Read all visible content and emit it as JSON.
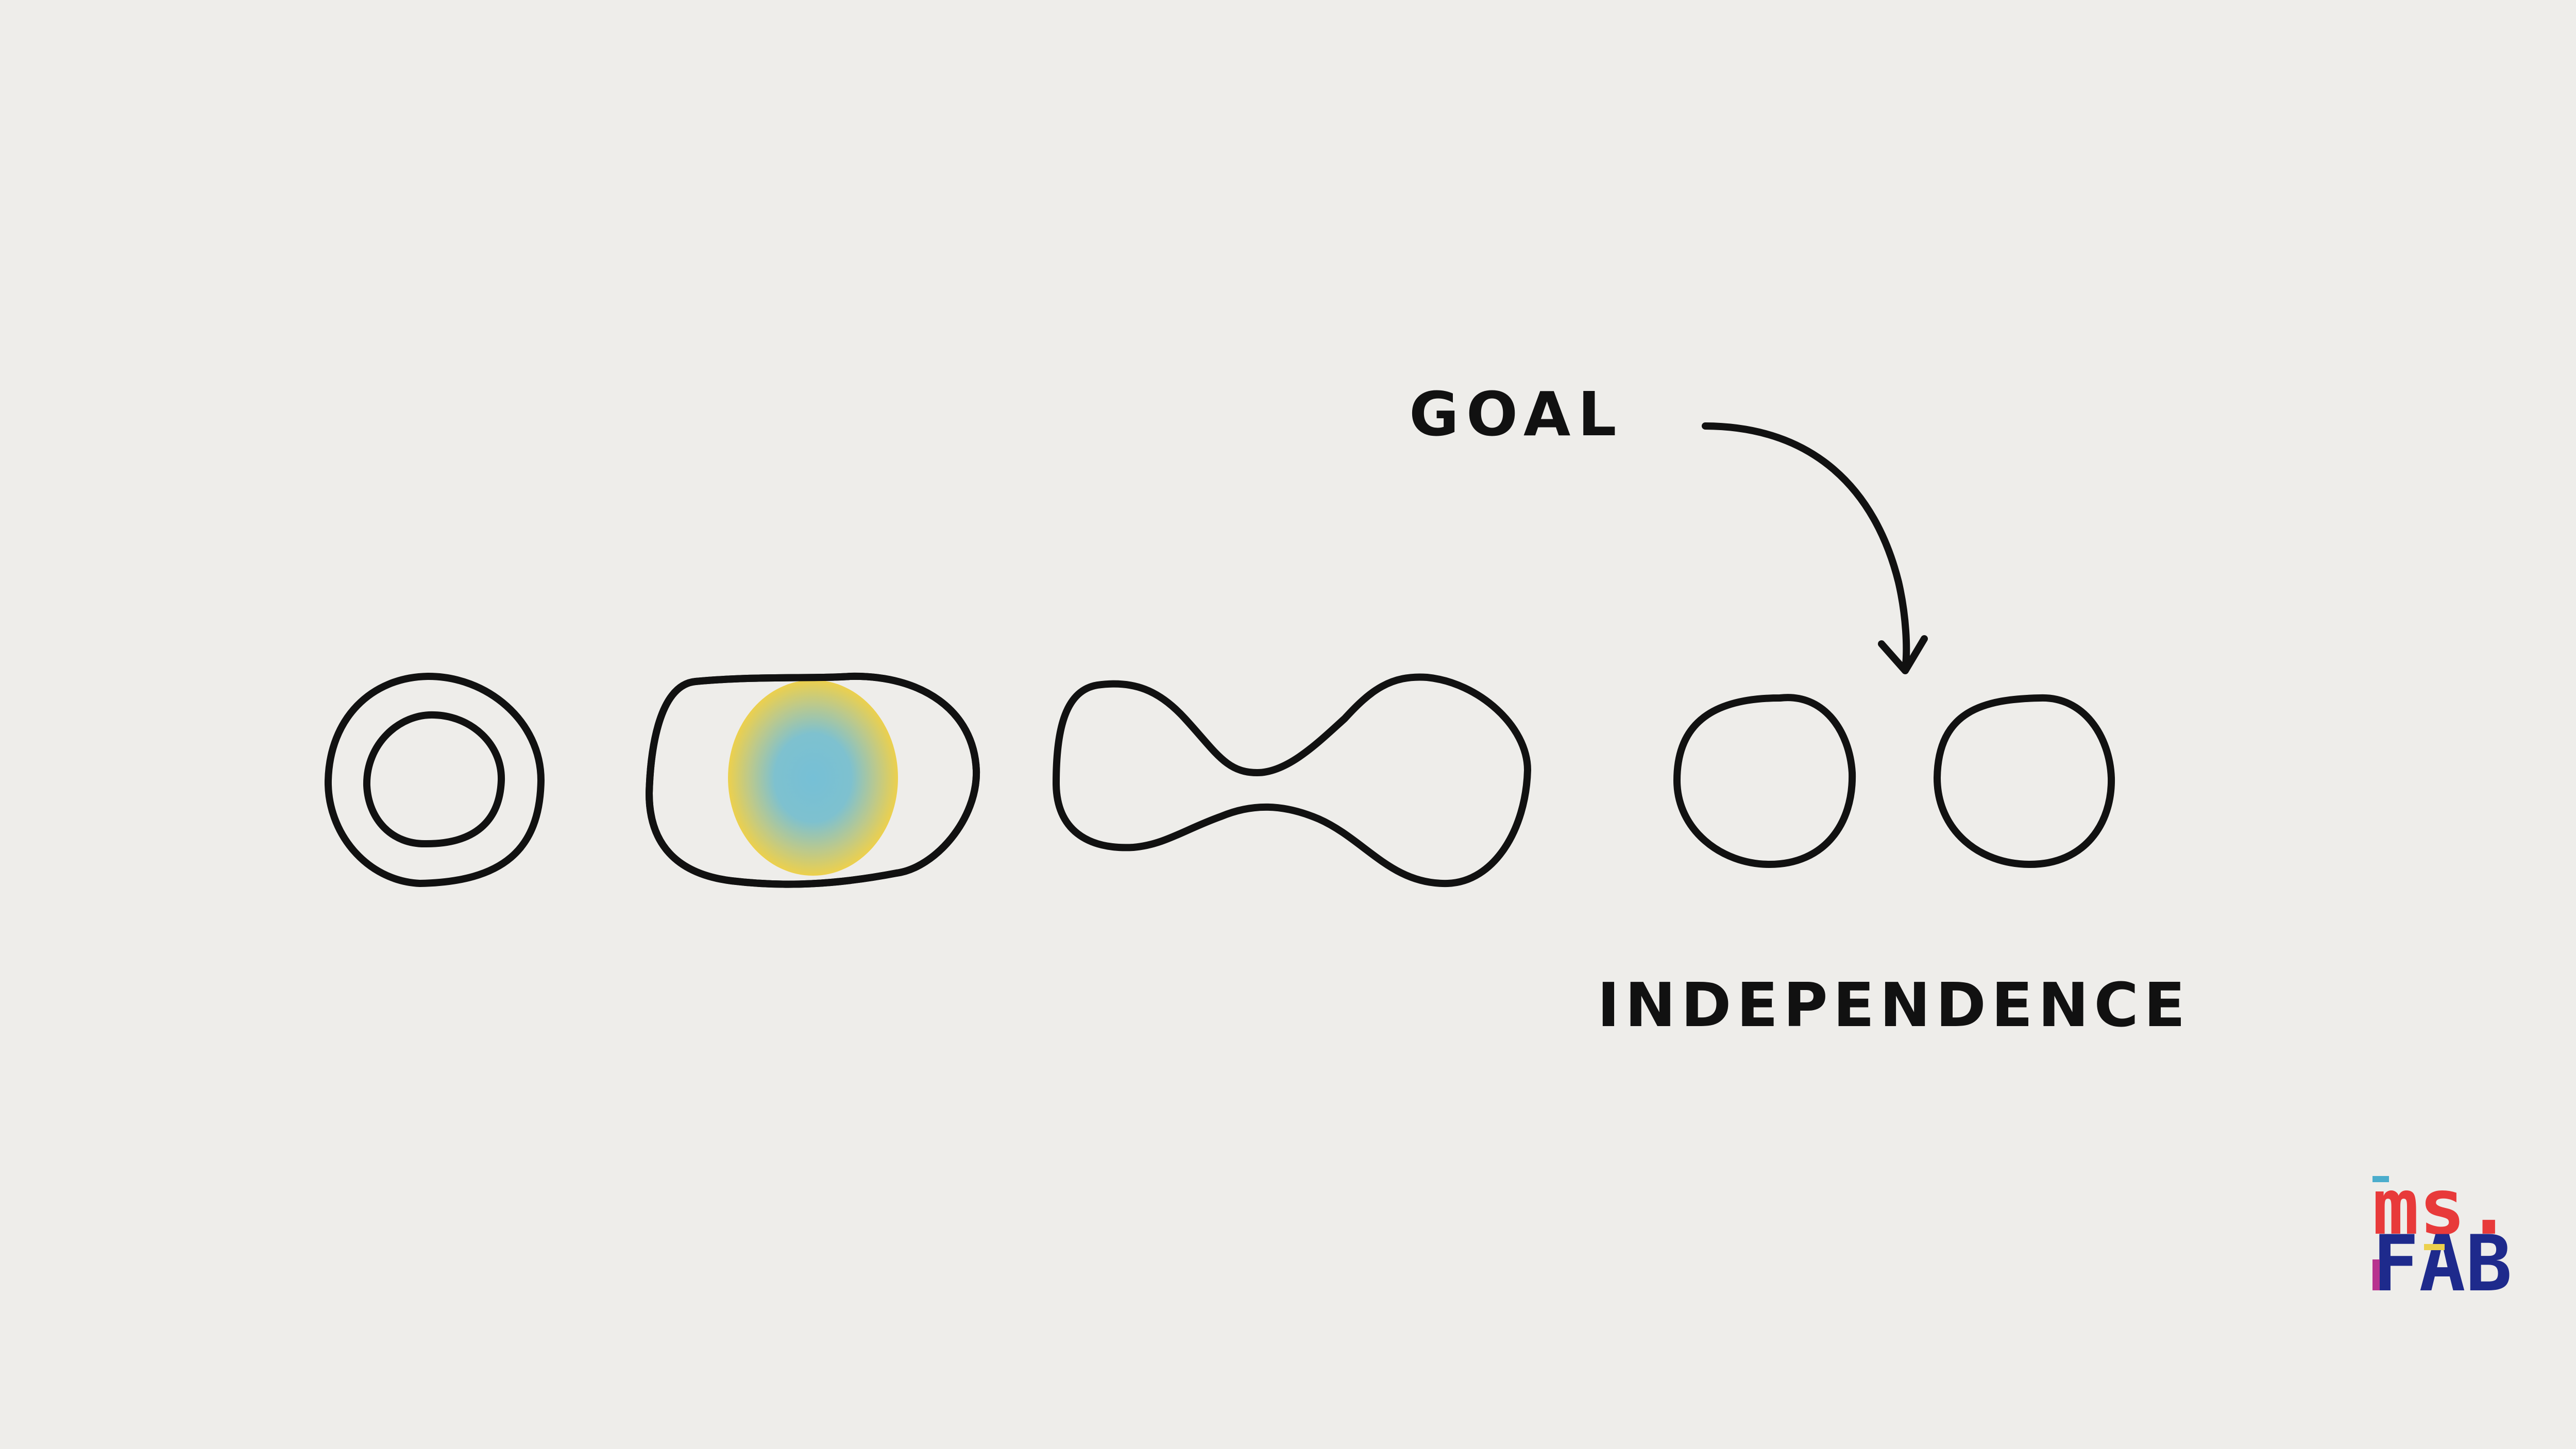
{
  "labels": {
    "goal": "GOAL",
    "independence": "INDEPENDENCE"
  },
  "logo": {
    "line1": "ms.",
    "line2": "FAB"
  },
  "colors": {
    "background": "#eeedea",
    "yellow": "#ecd04d",
    "blue": "#4badcc",
    "light_blue": "#76c0d6",
    "outline": "#111111",
    "logo_colors": [
      "#e83a3a",
      "#1e2a8c",
      "#4badcc",
      "#ecd04d",
      "#b8338f",
      "#e86a2a"
    ]
  }
}
